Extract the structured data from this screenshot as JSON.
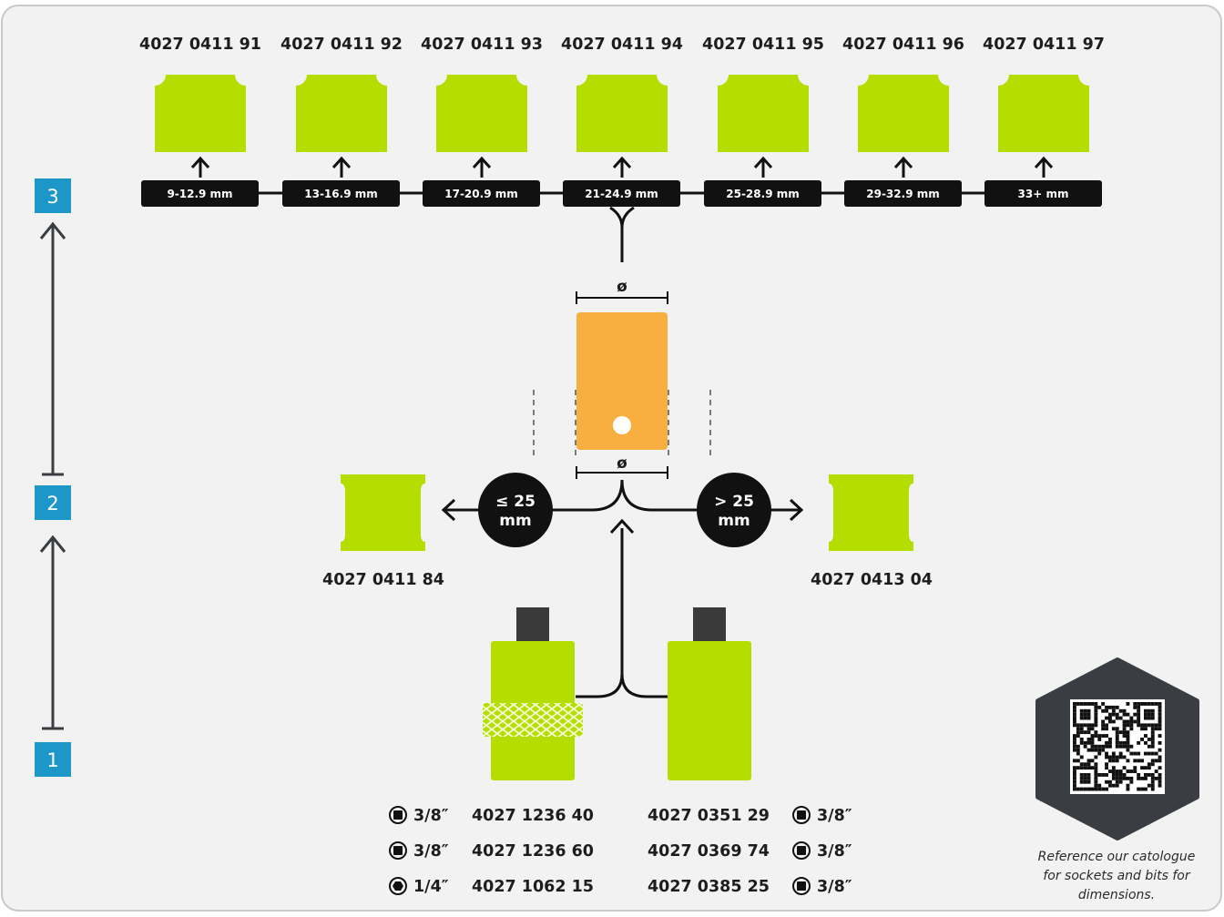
{
  "top_parts": [
    {
      "part": "4027 0411 91",
      "range": "9-12.9 mm"
    },
    {
      "part": "4027 0411 92",
      "range": "13-16.9 mm"
    },
    {
      "part": "4027 0411 93",
      "range": "17-20.9 mm"
    },
    {
      "part": "4027 0411 94",
      "range": "21-24.9 mm"
    },
    {
      "part": "4027 0411 95",
      "range": "25-28.9 mm"
    },
    {
      "part": "4027 0411 96",
      "range": "29-32.9 mm"
    },
    {
      "part": "4027 0411 97",
      "range": "33+ mm"
    }
  ],
  "levels": [
    "3",
    "2",
    "1"
  ],
  "diameter_symbol": "ø",
  "branch_left": {
    "condition_line1": "≤ 25",
    "condition_line2": "mm",
    "part": "4027 0411 84"
  },
  "branch_right": {
    "condition_line1": "> 25",
    "condition_line2": "mm",
    "part": "4027 0413 04"
  },
  "holders_left": [
    {
      "drive_icon": "square-drive-icon",
      "drive": "3/8″",
      "part": "4027 1236 40"
    },
    {
      "drive_icon": "square-drive-icon",
      "drive": "3/8″",
      "part": "4027 1236 60"
    },
    {
      "drive_icon": "hex-drive-icon",
      "drive": "1/4″",
      "part": "4027 1062 15"
    }
  ],
  "holders_right": [
    {
      "part": "4027 0351 29",
      "drive_icon": "square-drive-icon",
      "drive": "3/8″"
    },
    {
      "part": "4027 0369 74",
      "drive_icon": "square-drive-icon",
      "drive": "3/8″"
    },
    {
      "part": "4027 0385 25",
      "drive_icon": "square-drive-icon",
      "drive": "3/8″"
    }
  ],
  "note": [
    "Reference our catologue",
    "for sockets and bits for",
    "dimensions."
  ],
  "colors": {
    "lime": "#b5dd00",
    "orange": "#f9ae40",
    "black": "#111111",
    "level_box": "#1d96c8",
    "badge": "#3a3d42"
  }
}
